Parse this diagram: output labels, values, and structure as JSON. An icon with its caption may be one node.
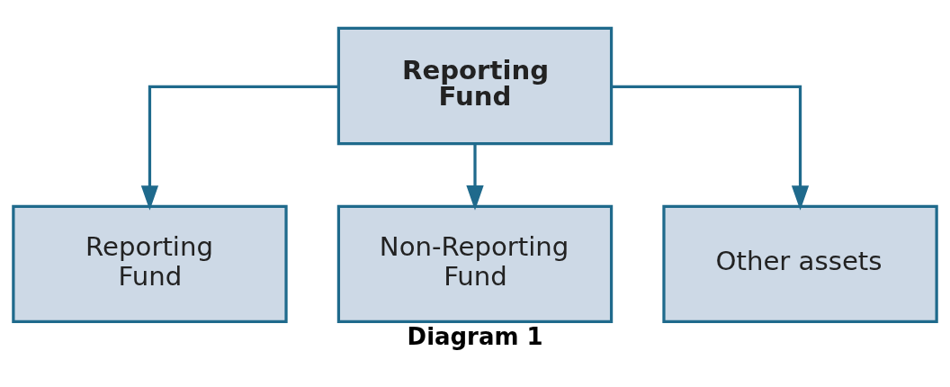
{
  "diagram": {
    "caption": "Diagram 1",
    "nodes": [
      {
        "text": [
          "Reporting Fund"
        ]
      },
      {
        "text": [
          "Reporting Fund"
        ]
      },
      {
        "text": [
          "Non-Reporting Fund"
        ]
      },
      {
        "text": [
          "Other assets"
        ]
      }
    ],
    "edges": [
      {
        "from": 0,
        "to": 1,
        "arrow": "to"
      },
      {
        "from": 0,
        "to": 2,
        "arrow": "to"
      },
      {
        "from": 0,
        "to": 3,
        "arrow": "to"
      }
    ]
  }
}
